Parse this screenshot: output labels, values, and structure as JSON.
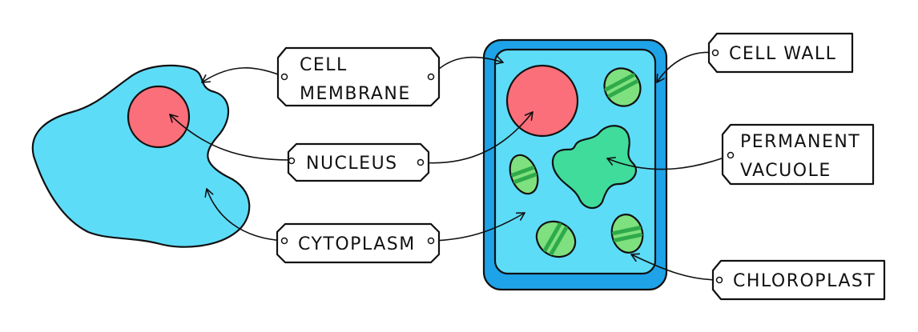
{
  "labels": {
    "cell_membrane": [
      "CELL",
      "MEMBRANE"
    ],
    "nucleus": [
      "NUCLEUS"
    ],
    "cytoplasm": [
      "CYTOPLASM"
    ],
    "cell_wall": [
      "CELL WALL"
    ],
    "permanent_vacuole": [
      "PERMANENT",
      "VACUOLE"
    ],
    "chloroplast": [
      "CHLOROPLAST"
    ]
  },
  "colors": {
    "cytoplasm": "#5ddcf8",
    "cell_wall": "#1fa3e8",
    "nucleus": "#fb6f7a",
    "vacuole": "#3fdc9c",
    "chloroplast": "#7ee07e",
    "chloroplast_band": "#2faa4a",
    "outline": "#111111"
  }
}
